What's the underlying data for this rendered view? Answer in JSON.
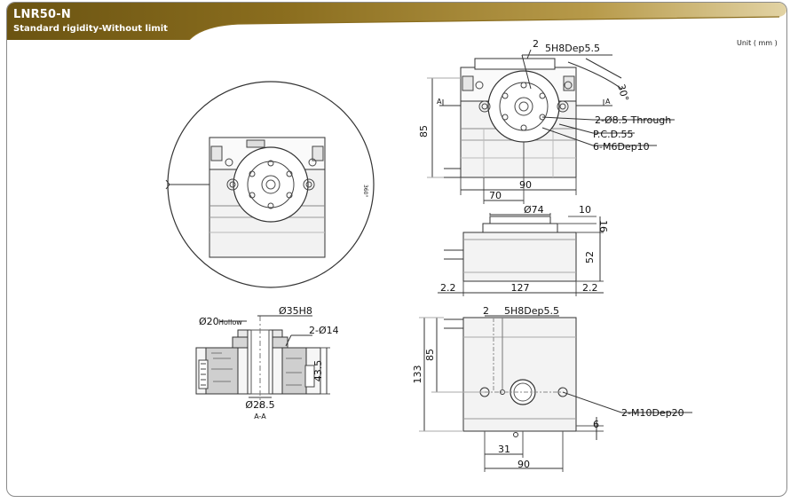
{
  "header": {
    "title": "LNR50-N",
    "subtitle": "Standard rigidity-Without limit",
    "unit": "Unit ( mm )",
    "colors": {
      "band_dark": "#6b5412",
      "band_mid": "#a8862c",
      "band_light": "#dcc78a"
    }
  },
  "views": {
    "rotation_view": {
      "angle_label": "360°"
    },
    "top_view": {
      "callout_top_qty": "2",
      "callout_top": "5H8Dep5.5",
      "angle": "30°",
      "section_left": "A",
      "section_right": "A",
      "callout_through": "2-Ø8.5 Through",
      "callout_pcd": "P.C.D.55",
      "callout_tapped": "6-M6Dep10",
      "dim_height": "85",
      "dim_offset": "70",
      "dim_width": "90"
    },
    "front_view": {
      "dim_dia": "Ø74",
      "dim_step": "10",
      "dim_top": "16",
      "dim_height": "52",
      "dim_left": "2.2",
      "dim_length": "127",
      "dim_right": "2.2"
    },
    "section_view": {
      "label_hollow_dia": "Ø20",
      "label_hollow_word": "Hollow",
      "label_bore": "Ø35H8",
      "label_holes": "2-Ø14",
      "dim_height": "43.5",
      "label_bottom_dia": "Ø28.5",
      "caption": "A-A"
    },
    "bottom_view": {
      "callout_top_qty": "2",
      "callout_top": "5H8Dep5.5",
      "dim_total": "133",
      "dim_partial": "85",
      "callout_tapped": "2-M10Dep20",
      "dim_edge": "6",
      "dim_center": "31",
      "dim_width": "90"
    }
  }
}
